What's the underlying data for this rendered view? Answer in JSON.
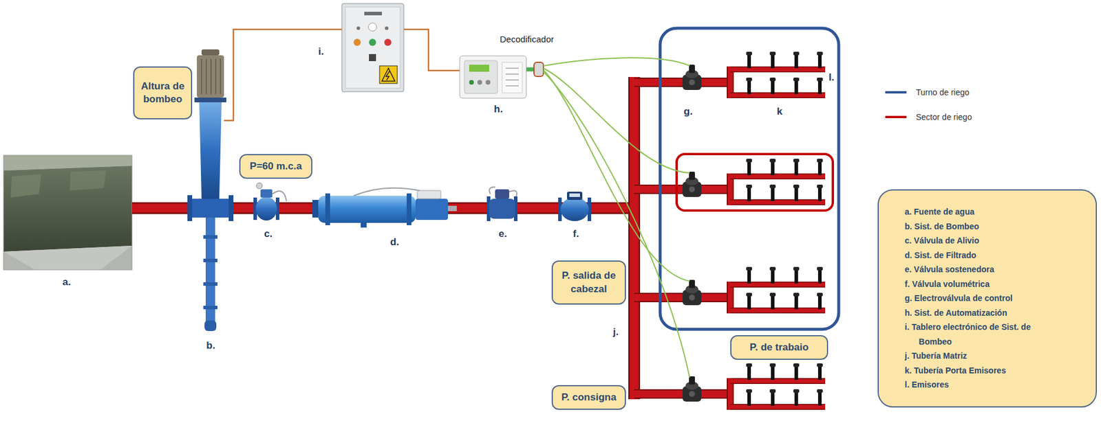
{
  "diagram": {
    "nodes": [
      {
        "text": [
          "Altura de bombeo"
        ]
      },
      {
        "text": [
          "P=60 m.c.a"
        ]
      },
      {
        "text": [
          "P. salida de cabezal"
        ]
      },
      {
        "text": [
          "P. de trabaio"
        ]
      },
      {
        "text": [
          "P. consigna"
        ]
      },
      {
        "text": [
          "a. Fuente de agua",
          "b. Sist. de Bombeo",
          "c. Válvula de Alivio",
          "d. Sist. de Filtrado",
          "e. Válvula sostenedora",
          "f. Válvula volumétrica",
          "g. Electroválvula de control",
          "h. Sist. de Automatización",
          "i. Tablero electrónico de Sist. de Bombeo",
          "j. Tubería Matriz",
          "k. Tubería Porta Emisores",
          "l. Emisores"
        ]
      }
    ],
    "labels": [
      "i.",
      "Decodificador",
      "h.",
      "g.",
      "k",
      "l.",
      "a.",
      "b.",
      "c.",
      "d.",
      "e.",
      "f.",
      "j."
    ],
    "legend": [
      {
        "text": "Turno de riego"
      },
      {
        "text": "Sector de riego"
      }
    ]
  }
}
